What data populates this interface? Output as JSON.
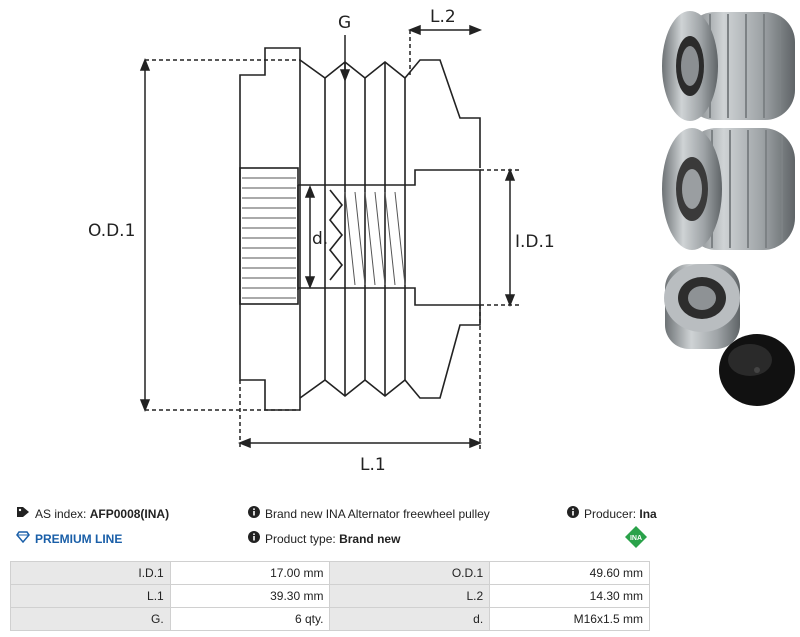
{
  "drawing": {
    "labels": {
      "g": "G",
      "l2": "L.2",
      "od1": "O.D.1",
      "d": "d.",
      "id1": "I.D.1",
      "l1": "L.1"
    }
  },
  "info": {
    "as_index_label": "AS index:",
    "as_index_value": "AFP0008(INA)",
    "premium": "PREMIUM LINE",
    "description": "Brand new INA Alternator freewheel pulley",
    "product_type_label": "Product type:",
    "product_type_value": "Brand new",
    "producer_label": "Producer:",
    "producer_value": "Ina",
    "logo_text": "INA"
  },
  "specs": {
    "rows": [
      [
        "I.D.1",
        "17.00 mm",
        "O.D.1",
        "49.60 mm"
      ],
      [
        "L.1",
        "39.30 mm",
        "L.2",
        "14.30 mm"
      ],
      [
        "G.",
        "6 qty.",
        "d.",
        "M16x1.5 mm"
      ]
    ]
  },
  "colors": {
    "accent": "#1a5fa8",
    "ina_green": "#2aa24a",
    "table_label_bg": "#e8e8e8",
    "table_border": "#d0d0d0"
  }
}
